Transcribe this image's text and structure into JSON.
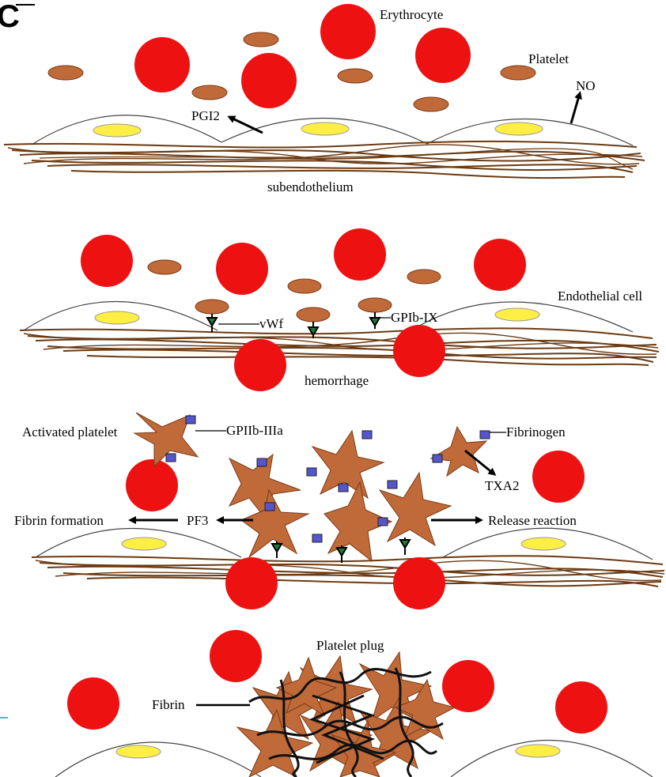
{
  "corner_letter": "C",
  "colors": {
    "erythrocyte": "#ee1111",
    "platelet": "#c06a3a",
    "nucleus": "#ffee44",
    "fibers": "#6b3a12",
    "receptor": "#5555cc",
    "vwf": "#1e7a3a"
  },
  "panel1": {
    "erythrocyte": "Erythrocyte",
    "platelet": "Platelet",
    "no": "NO",
    "pgi2": "PGI2",
    "subendothelium": "subendothelium"
  },
  "panel2": {
    "vwf": "vWf",
    "gpib": "GPIb-IX",
    "endothelial": "Endothelial cell",
    "hemorrhage": "hemorrhage"
  },
  "panel3": {
    "activated": "Activated platelet",
    "gpiib": "GPIIb-IIIa",
    "fibrinogen": "Fibrinogen",
    "txa2": "TXA2",
    "fibrin_formation": "Fibrin formation",
    "pf3": "PF3",
    "release": "Release reaction"
  },
  "panel4": {
    "plug": "Platelet plug",
    "fibrin": "Fibrin"
  }
}
